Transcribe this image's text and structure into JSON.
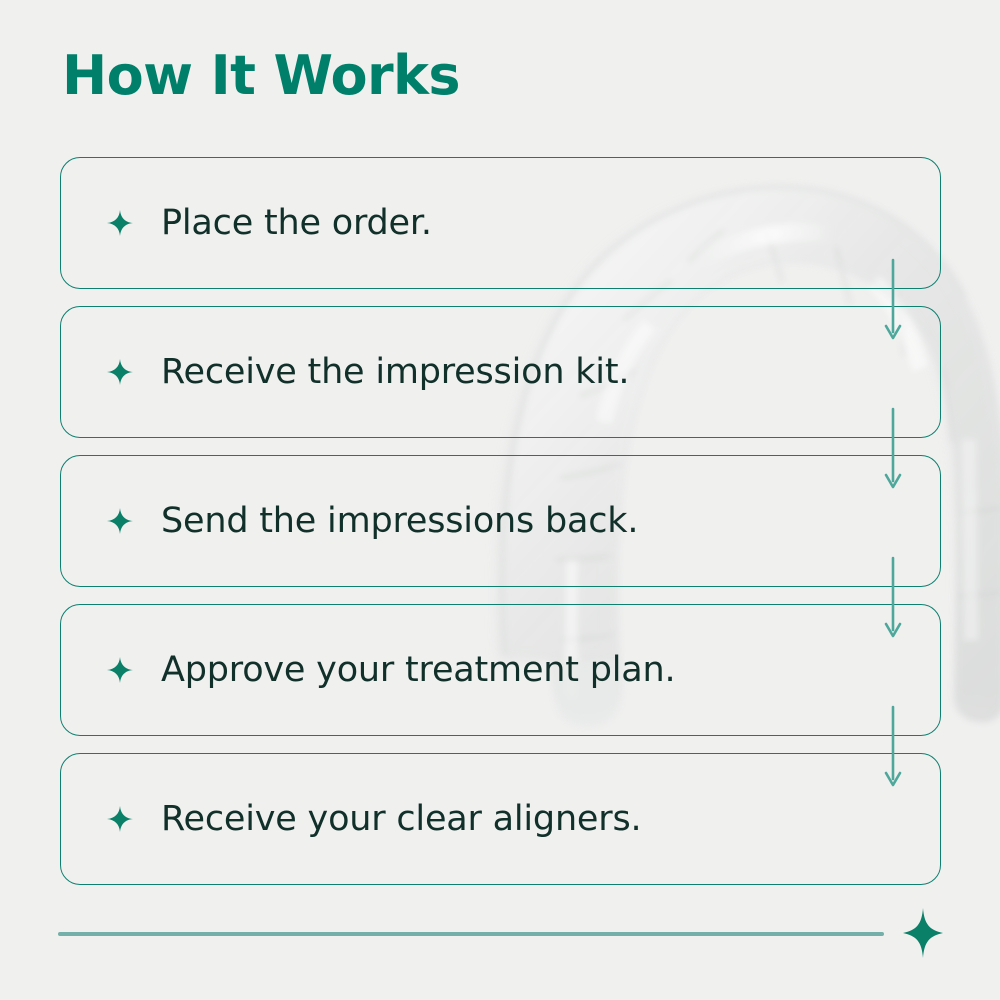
{
  "page": {
    "title": "How It Works",
    "background_color": "#f0f0ef",
    "accent_color": "#00806a",
    "border_color": "#0d8070",
    "text_color": "#12302a",
    "rule_color": "#74b0a9"
  },
  "background_art": {
    "name": "clear-aligner-photo",
    "description": "Translucent clear dental aligner arch"
  },
  "steps": [
    {
      "index": 1,
      "label": "Place the order.",
      "bullet_icon": "sparkle-icon"
    },
    {
      "index": 2,
      "label": "Receive the impression kit.",
      "bullet_icon": "sparkle-icon"
    },
    {
      "index": 3,
      "label": "Send the impressions back.",
      "bullet_icon": "sparkle-icon"
    },
    {
      "index": 4,
      "label": "Approve your treatment plan.",
      "bullet_icon": "sparkle-icon"
    },
    {
      "index": 5,
      "label": "Receive your clear aligners.",
      "bullet_icon": "sparkle-icon"
    }
  ],
  "connectors": [
    {
      "from_step": 1,
      "to_step": 2,
      "icon": "arrow-down-icon"
    },
    {
      "from_step": 2,
      "to_step": 3,
      "icon": "arrow-down-icon"
    },
    {
      "from_step": 3,
      "to_step": 4,
      "icon": "arrow-down-icon"
    },
    {
      "from_step": 4,
      "to_step": 5,
      "icon": "arrow-down-icon"
    }
  ],
  "footer": {
    "rule_label": "divider",
    "sparkle_icon": "sparkle-icon"
  }
}
